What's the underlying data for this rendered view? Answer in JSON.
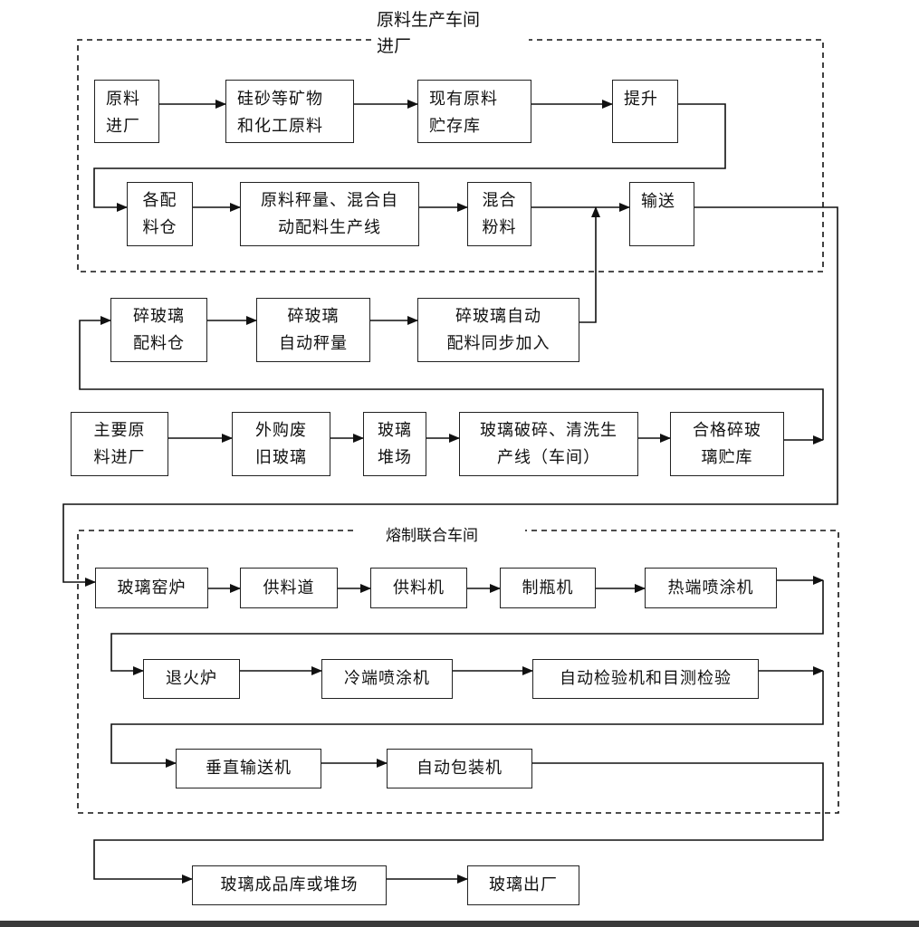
{
  "sections": {
    "raw_workshop": "原料生产车间",
    "melting_workshop": "熔制联合车间"
  },
  "nodes": {
    "raw_in_top": "进厂",
    "raw_in": "原料\n进厂",
    "silica": "硅砂等矿物\n和化工原料",
    "existing_store": "现有原料\n贮存库",
    "lift": "提升",
    "bins": "各配\n料仓",
    "weighing": "原料秤量、混合自\n动配料生产线",
    "mixed": "混合\n粉料",
    "convey": "输送",
    "cullet_bin": "碎玻璃\n配料仓",
    "cullet_weigh": "碎玻璃\n自动秤量",
    "cullet_add": "碎玻璃自动\n配料同步加入",
    "main_raw": "主要原\n料进厂",
    "waste_glass": "外购废\n旧玻璃",
    "glass_yard": "玻璃\n堆场",
    "crush_line": "玻璃破碎、清洗生\n产线（车间）",
    "qualified_store": "合格碎玻\n璃贮库",
    "furnace": "玻璃窑炉",
    "forehearth": "供料道",
    "feeder": "供料机",
    "bottle_machine": "制瓶机",
    "hot_coat": "热端喷涂机",
    "annealing": "退火炉",
    "cold_coat": "冷端喷涂机",
    "inspection": "自动检验机和目测检验",
    "vertical_conveyor": "垂直输送机",
    "packing": "自动包装机",
    "warehouse": "玻璃成品库或堆场",
    "dispatch": "玻璃出厂"
  }
}
